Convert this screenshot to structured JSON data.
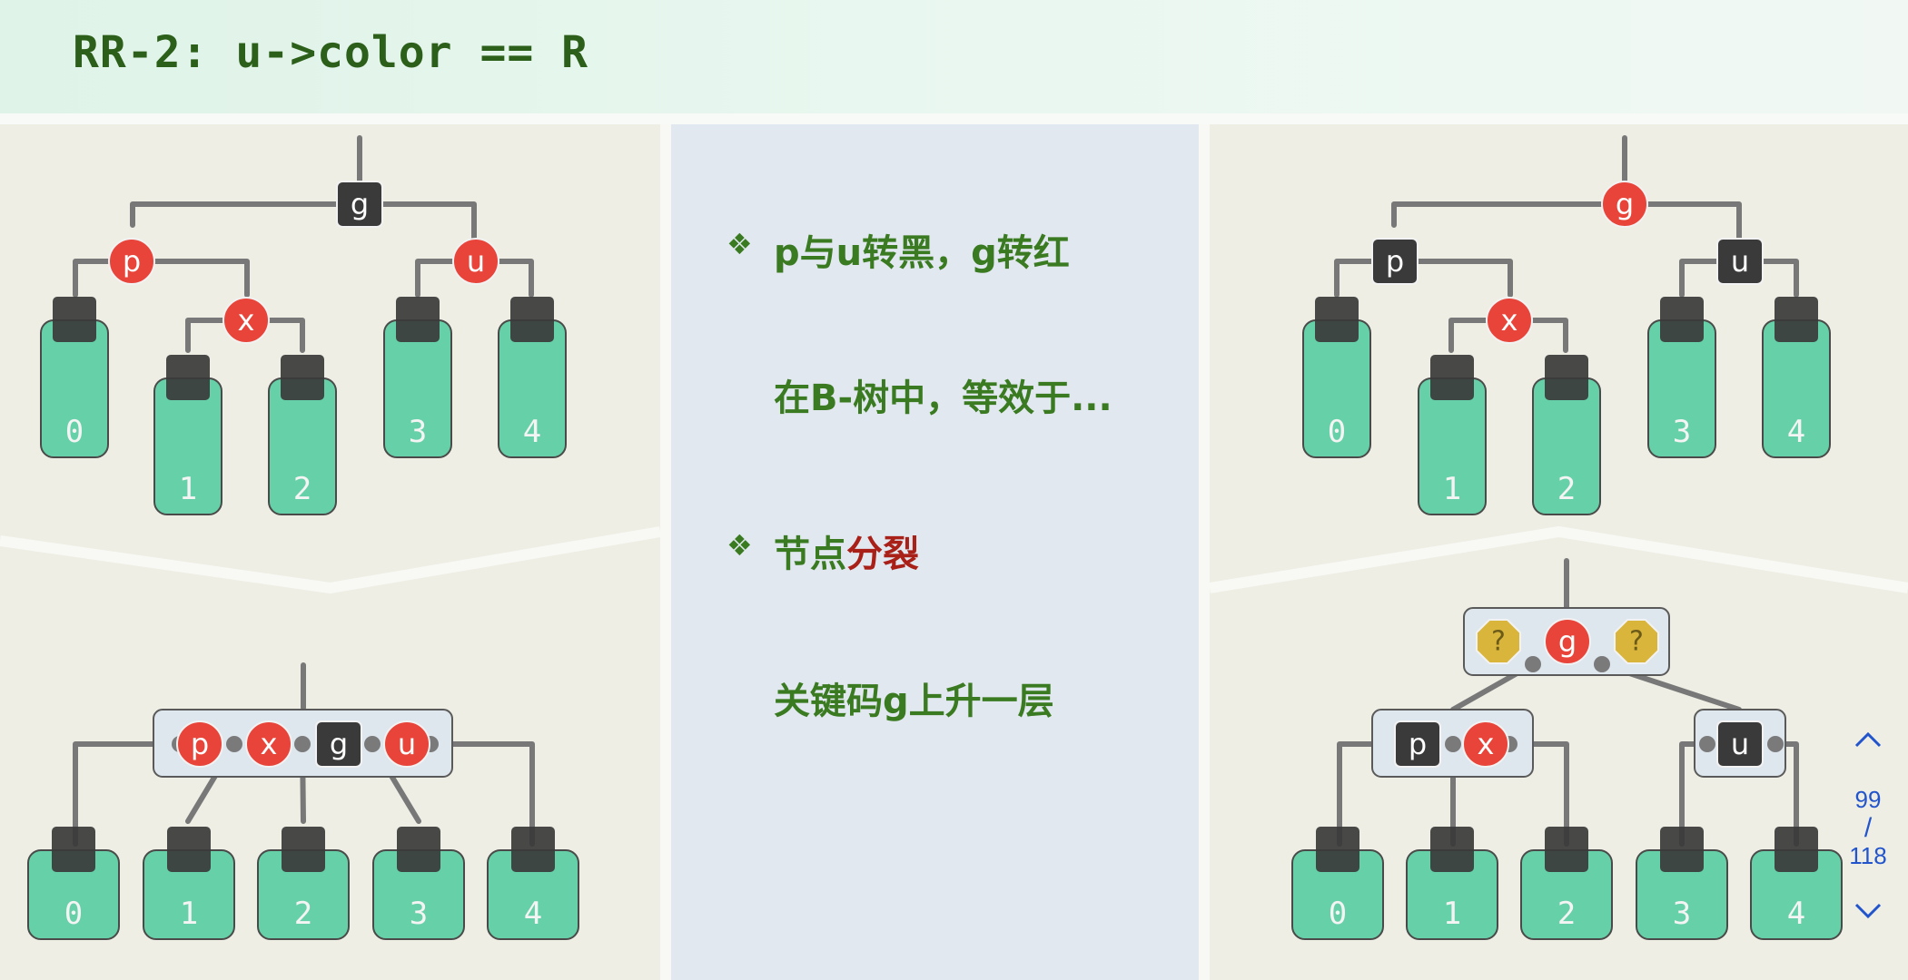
{
  "title": "RR-2: u->color == R",
  "text": {
    "line1": "p与u转黑，g转红",
    "line2": "在B-树中，等效于...",
    "line3_prefix": "节点",
    "line3_red": "分裂",
    "line4": "关键码g上升一层",
    "bullet": "❖"
  },
  "nodes": {
    "g": "g",
    "p": "p",
    "u": "u",
    "x": "x",
    "unknown": "?"
  },
  "subtrees": [
    "0",
    "1",
    "2",
    "3",
    "4"
  ],
  "pager": {
    "current": "99",
    "separator": "/",
    "total": "118"
  },
  "colors": {
    "red": "#e8443a",
    "black": "#3a3a3a",
    "subtree": "#66d1a8",
    "edge": "#787878",
    "gold": "#d9b53c",
    "supernode": "#dfe7ee",
    "title": "#2c5f1a",
    "text": "#3a7a20",
    "emph": "#a92018",
    "pager": "#2255cc"
  }
}
